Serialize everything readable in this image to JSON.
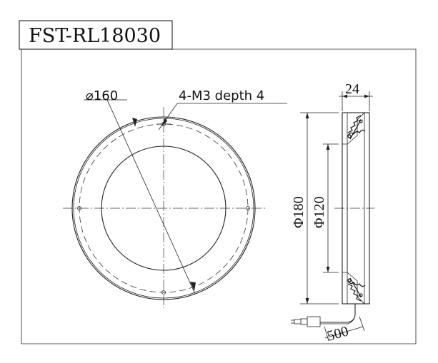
{
  "title": "FST-RL18030",
  "labels": {
    "hole_circle_dia": "⌀160",
    "mount_holes": "4-M3 depth 4",
    "thickness": "24",
    "outer_dia": "Φ180",
    "inner_dia": "Φ120",
    "cable_length": "500"
  },
  "colors": {
    "line": "#222222",
    "background": "#ffffff"
  }
}
